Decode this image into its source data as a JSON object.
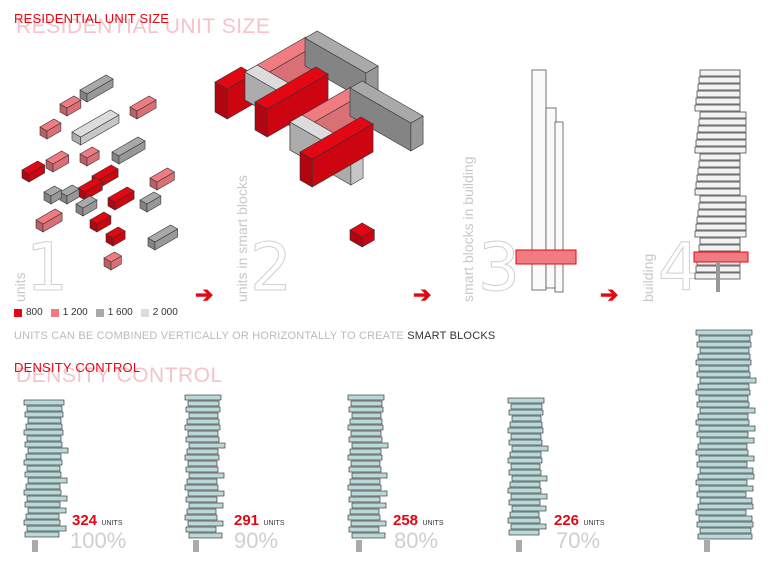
{
  "section1": {
    "title": "RESIDENTIAL UNIT SIZE",
    "ghost_title": "RESIDENTIAL UNIT SIZE"
  },
  "steps": [
    {
      "number": "1",
      "label": "units"
    },
    {
      "number": "2",
      "label": "units in smart blocks"
    },
    {
      "number": "3",
      "label": "smart blocks in building"
    },
    {
      "number": "4",
      "label": "building"
    }
  ],
  "legend": [
    {
      "label": "800",
      "color": "#e30613"
    },
    {
      "label": "1 200",
      "color": "#f07c82"
    },
    {
      "label": "1 600",
      "color": "#a9a9a9"
    },
    {
      "label": "2 000",
      "color": "#dcdcdc"
    }
  ],
  "caption": {
    "text": "UNITS CAN BE COMBINED VERTICALLY OR HORIZONTALLY TO CREATE ",
    "highlight": "SMART BLOCKS"
  },
  "section2": {
    "title": "DENSITY CONTROL",
    "ghost_title": "DENSITY CONTROL"
  },
  "density": [
    {
      "units": "324",
      "units_label": "UNITS",
      "percent": "100%"
    },
    {
      "units": "291",
      "units_label": "UNITS",
      "percent": "90%"
    },
    {
      "units": "258",
      "units_label": "UNITS",
      "percent": "80%"
    },
    {
      "units": "226",
      "units_label": "UNITS",
      "percent": "70%"
    }
  ],
  "colors": {
    "accent": "#e30613",
    "pink": "#f07c82",
    "grey": "#a9a9a9",
    "light": "#dcdcdc",
    "glass": "#b9d8d8"
  }
}
